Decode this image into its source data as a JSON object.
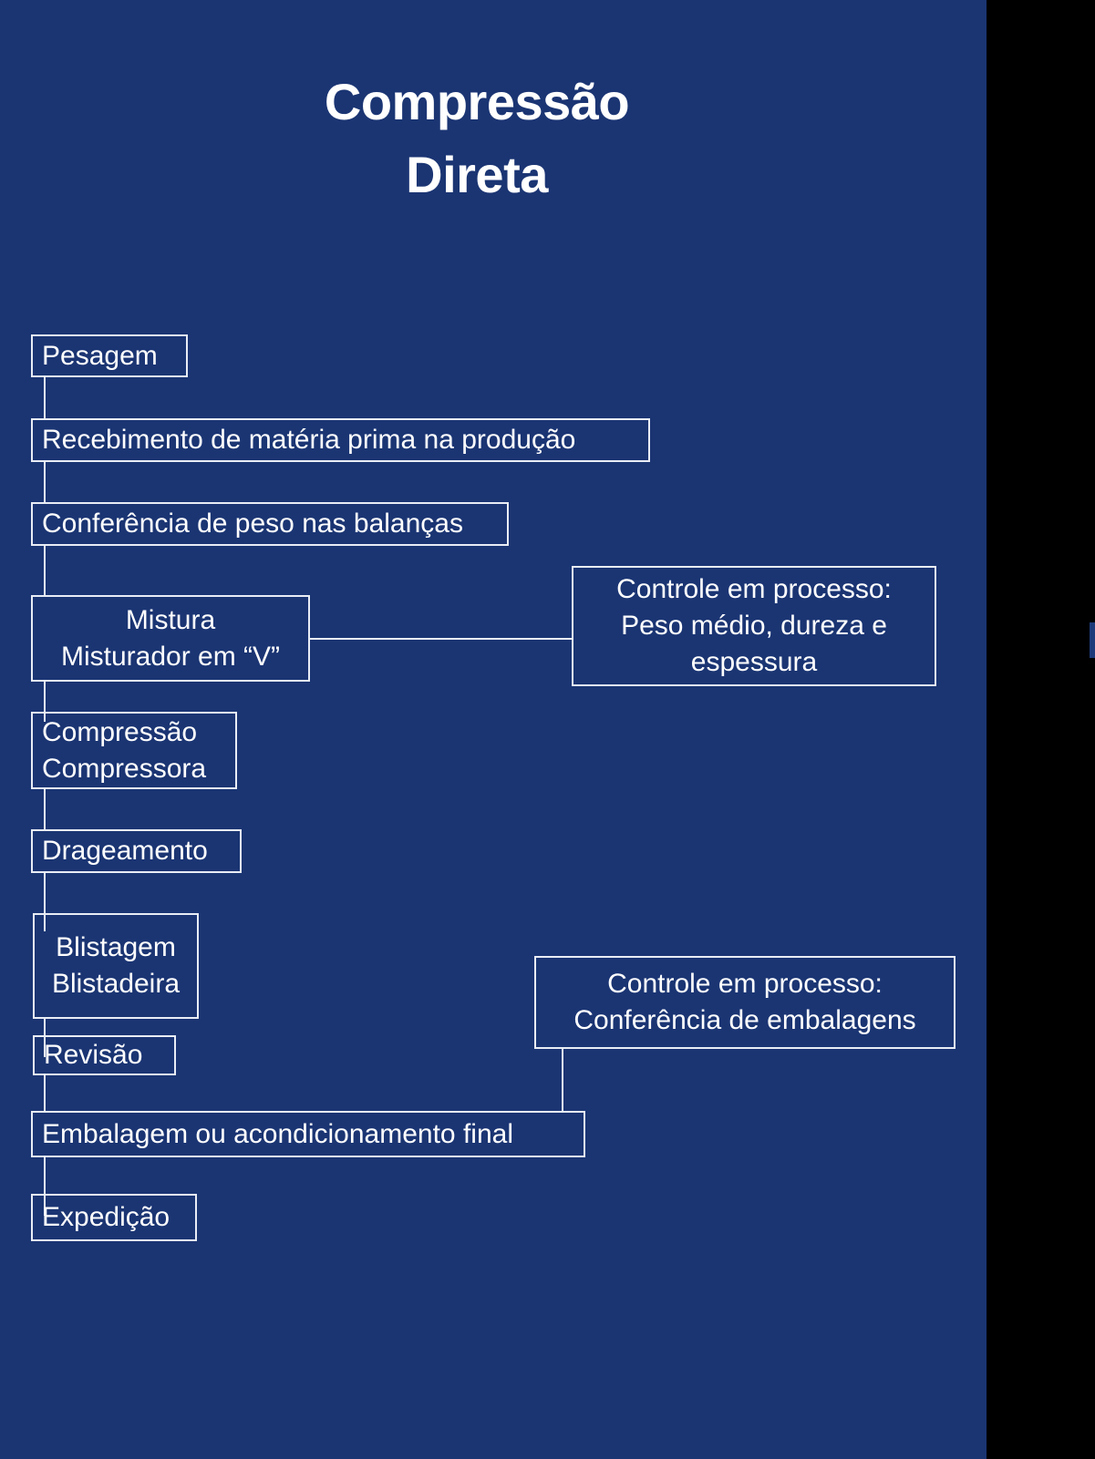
{
  "page": {
    "title_line1": "Compressão",
    "title_line2": "Direta",
    "background_color": "#1b3573",
    "outside_color": "#000000",
    "line_color": "#e9edf5",
    "text_color": "#ffffff"
  },
  "chart_data": {
    "type": "diagram",
    "title": "Compressão Direta",
    "subtype": "process-flowchart",
    "nodes": [
      {
        "id": "pesagem",
        "label": "Pesagem",
        "lines": [
          "Pesagem"
        ],
        "align": "left"
      },
      {
        "id": "recebimento",
        "label": "Recebimento de matéria prima na produção",
        "lines": [
          "Recebimento de matéria prima na produção"
        ],
        "align": "left"
      },
      {
        "id": "conferencia-peso",
        "label": "Conferência de peso nas balanças",
        "lines": [
          "Conferência de peso nas balanças"
        ],
        "align": "left"
      },
      {
        "id": "mistura",
        "label": "Mistura Misturador em “V”",
        "lines": [
          "Mistura",
          "Misturador em “V”"
        ],
        "align": "center"
      },
      {
        "id": "controle-1",
        "label": "Controle em processo: Peso médio, dureza e espessura",
        "lines": [
          "Controle em processo:",
          "Peso médio, dureza e",
          "espessura"
        ],
        "align": "center"
      },
      {
        "id": "compressao",
        "label": "Compressão Compressora",
        "lines": [
          "Compressão",
          "Compressora"
        ],
        "align": "left"
      },
      {
        "id": "drageamento",
        "label": "Drageamento",
        "lines": [
          "Drageamento"
        ],
        "align": "left"
      },
      {
        "id": "blistagem",
        "label": "Blistagem Blistadeira",
        "lines": [
          "Blistagem",
          "Blistadeira"
        ],
        "align": "center"
      },
      {
        "id": "controle-2",
        "label": "Controle em processo: Conferência de embalagens",
        "lines": [
          "Controle em processo:",
          "Conferência de embalagens"
        ],
        "align": "center"
      },
      {
        "id": "revisao",
        "label": "Revisão",
        "lines": [
          "Revisão"
        ],
        "align": "left"
      },
      {
        "id": "embalagem",
        "label": "Embalagem ou acondicionamento final",
        "lines": [
          "Embalagem ou acondicionamento final"
        ],
        "align": "left"
      },
      {
        "id": "expedicao",
        "label": "Expedição",
        "lines": [
          "Expedição"
        ],
        "align": "left"
      }
    ],
    "edges": [
      {
        "from": "pesagem",
        "to": "recebimento",
        "type": "vertical"
      },
      {
        "from": "recebimento",
        "to": "conferencia-peso",
        "type": "vertical"
      },
      {
        "from": "conferencia-peso",
        "to": "mistura",
        "type": "vertical"
      },
      {
        "from": "mistura",
        "to": "controle-1",
        "type": "horizontal"
      },
      {
        "from": "mistura",
        "to": "compressao",
        "type": "vertical"
      },
      {
        "from": "compressao",
        "to": "drageamento",
        "type": "vertical"
      },
      {
        "from": "drageamento",
        "to": "blistagem",
        "type": "vertical"
      },
      {
        "from": "blistagem",
        "to": "revisao",
        "type": "vertical"
      },
      {
        "from": "controle-2",
        "to": "embalagem",
        "type": "vertical"
      },
      {
        "from": "revisao",
        "to": "embalagem",
        "type": "vertical"
      },
      {
        "from": "embalagem",
        "to": "expedicao",
        "type": "vertical"
      }
    ]
  }
}
